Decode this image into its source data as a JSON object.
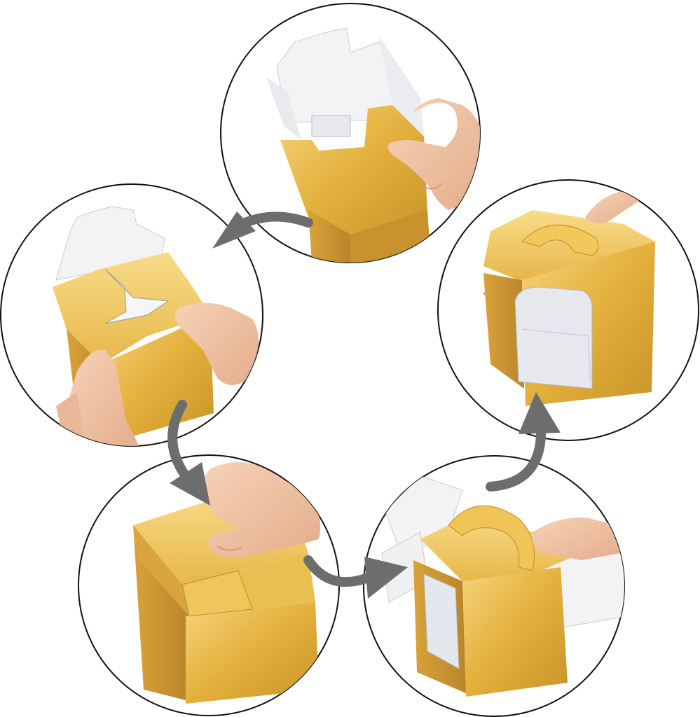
{
  "diagram": {
    "kind": "box-assembly-steps",
    "colors": {
      "gold": "#e3b03c",
      "gold_light": "#f2cc66",
      "gold_dark": "#c08d22",
      "inner_white": "#f4f4f6",
      "window": "#dfe3ea",
      "skin": "#f1c6a6",
      "skin_shadow": "#d9a584",
      "arrow": "#6d6d6d",
      "circle_stroke": "#111111"
    },
    "steps": [
      {
        "id": 1,
        "name": "fold-inner-flaps",
        "icon": "open-box-hand"
      },
      {
        "id": 2,
        "name": "interlock-bottom-flaps",
        "icon": "box-bottom-slot"
      },
      {
        "id": 3,
        "name": "press-bottom-closed",
        "icon": "box-bottom-pressed"
      },
      {
        "id": 4,
        "name": "fold-handle-lids",
        "icon": "window-box-handle-open"
      },
      {
        "id": 5,
        "name": "finished-box",
        "icon": "window-box-handle-closed"
      }
    ],
    "arrows": [
      {
        "from": 1,
        "to": 2,
        "icon": "curved-arrow"
      },
      {
        "from": 2,
        "to": 3,
        "icon": "curved-arrow"
      },
      {
        "from": 3,
        "to": 4,
        "icon": "curved-arrow"
      },
      {
        "from": 4,
        "to": 5,
        "icon": "curved-arrow"
      }
    ]
  }
}
